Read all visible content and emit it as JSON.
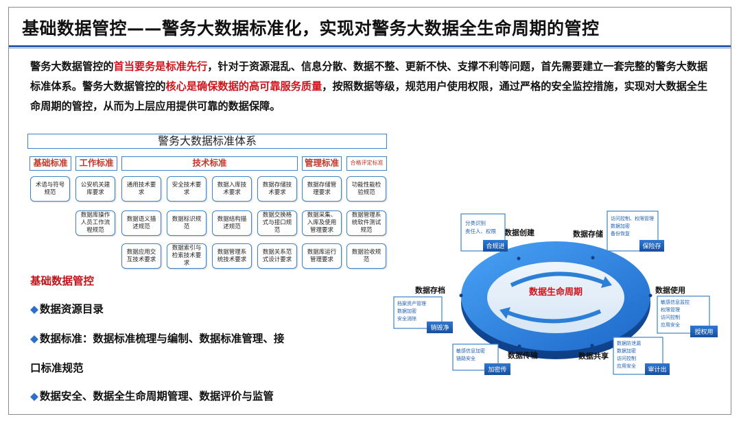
{
  "title": "基础数据管控——警务大数据标准化，实现对警务大数据全生命周期的管控",
  "intro": {
    "p1": "警务大数据管控的",
    "p1_red": "首当要务是标准先行",
    "p2": "，针对于资源混乱、信息分散、数据不整、更新不快、支撑不利等问题，首先需要建立一套完整的警务大数据标准体系。警务大数据管控的",
    "p2_red": "核心是确保数据的高可靠服务质量",
    "p3": "，按照数据等级，规范用户使用权限，通过严格的安全监控措施，实现对大数据全生命周期的管控，从而为上层应用提供可靠的数据保障。"
  },
  "standards": {
    "header": "警务大数据标准体系",
    "categories": [
      {
        "label": "基础标准",
        "items": [
          "术语与符号规范"
        ]
      },
      {
        "label": "工作标准",
        "items": [
          "公安机关建库要求",
          "数据库操作人员工作流程规范"
        ]
      },
      {
        "label": "技术标准",
        "items": [
          "通用技术要求",
          "安全技术要求",
          "数据入库技术要求",
          "数据存储技术要求",
          "数据语义描述规范",
          "数据标识规范",
          "数据结构描述规范",
          "数据交换格式与接口规范",
          "数据应用交互技术要求",
          "数据索引与检索技术要求",
          "数据管理系统技术要求",
          "数据关系范式设计要求"
        ]
      },
      {
        "label": "管理标准",
        "items": [
          "数据存储管理要求",
          "数据采集、入库及使用管理要求",
          "数据库运行管理要求"
        ]
      },
      {
        "label": "合格评定标准",
        "items": [
          "功能性能检验规范",
          "数据管理系统软件测试规范",
          "数据验收规范"
        ]
      }
    ]
  },
  "section": {
    "title": "基础数据管控",
    "bullets": [
      "数据资源目录",
      "数据标准：数据标准梳理与编制、数据标准管理、接",
      "口标准规范",
      "数据安全、数据全生命周期管理、数据评价与监管"
    ],
    "bullet_mark": "◆"
  },
  "lifecycle": {
    "center": "数据生命周期",
    "stages": [
      {
        "name": "数据创建",
        "tag": "合规进",
        "details": [
          "分类识别",
          "责任人、权限"
        ]
      },
      {
        "name": "数据存储",
        "tag": "保险存",
        "details": [
          "访问控制、权限管理",
          "数据加密",
          "备份恢复"
        ]
      },
      {
        "name": "数据使用",
        "tag": "授权用",
        "details": [
          "敏感信息监控",
          "权限管理",
          "访问控制",
          "应用安全"
        ]
      },
      {
        "name": "数据共享",
        "tag": "审计出",
        "details": [
          "数据防泄漏",
          "数据加密",
          "访问控制",
          "应用安全"
        ]
      },
      {
        "name": "数据传输",
        "tag": "加密传",
        "details": [
          "敏感信息加密",
          "链路安全"
        ]
      },
      {
        "name": "数据存档",
        "tag": "销毁净",
        "details": [
          "档案资产管理",
          "数据加密",
          "安全消除"
        ]
      }
    ]
  },
  "colors": {
    "accent": "#2b5fb4",
    "red": "#d0141b",
    "ring": "#2f86e0",
    "tag": "#1f5fb8"
  }
}
